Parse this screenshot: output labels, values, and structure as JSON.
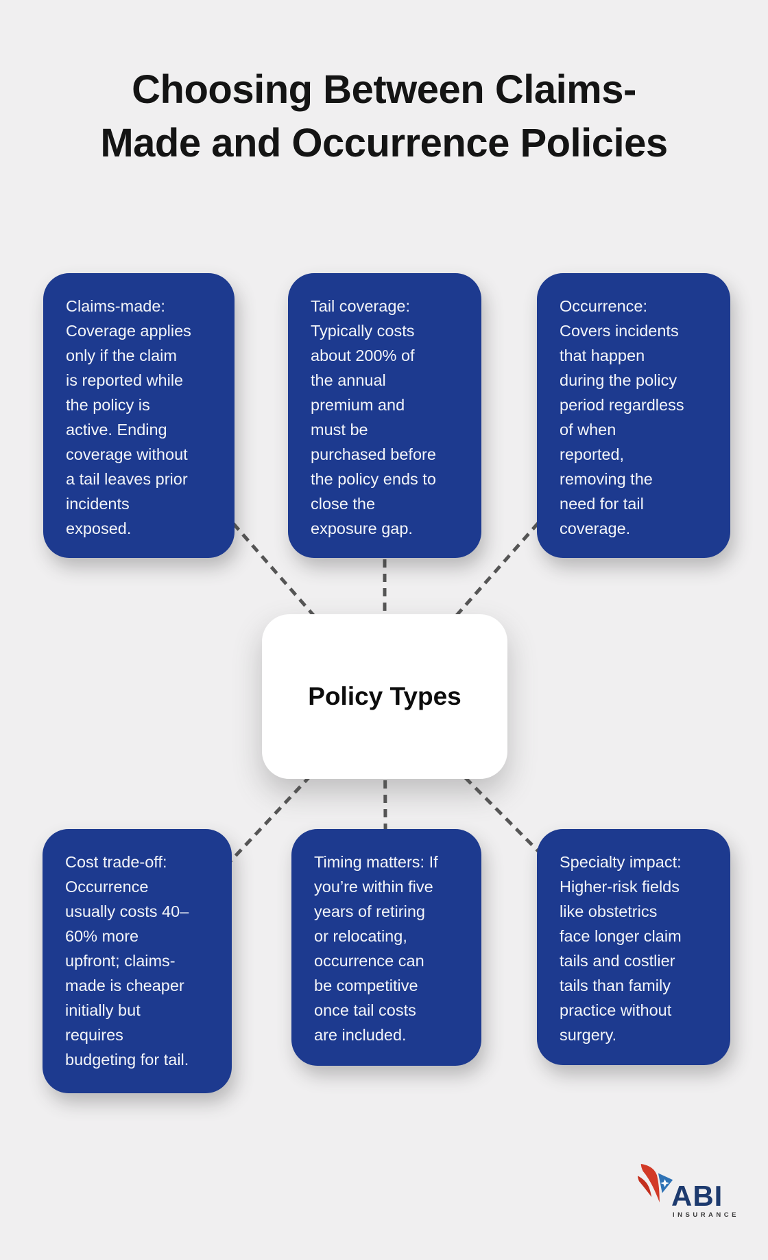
{
  "title": "Choosing Between Claims-\nMade and Occurrence Policies",
  "center": {
    "label": "Policy Types"
  },
  "nodes": {
    "claims_made": "Claims-made:\nCoverage applies\nonly if the claim\nis reported while\nthe policy is\nactive. Ending\ncoverage without\na tail leaves prior\nincidents\nexposed.",
    "tail_coverage": "Tail coverage:\nTypically costs\nabout 200% of\nthe annual\npremium and\nmust be\npurchased before\nthe policy ends to\nclose the\nexposure gap.",
    "occurrence": "Occurrence:\nCovers incidents\nthat happen\nduring the policy\nperiod regardless\nof when\nreported,\nremoving the\nneed for tail\ncoverage.",
    "cost_trade_off": "Cost trade-off:\nOccurrence\nusually costs 40–\n60% more\nupfront; claims-\nmade is cheaper\ninitially but\nrequires\nbudgeting for tail.",
    "timing_matters": "Timing matters: If\nyou’re within five\nyears of retiring\nor relocating,\noccurrence can\nbe competitive\nonce tail costs\nare included.",
    "specialty_impact": "Specialty impact:\nHigher-risk fields\nlike obstetrics\nface longer claim\ntails and costlier\ntails than family\npractice without\nsurgery."
  },
  "logo": {
    "name": "ABI",
    "tagline": "INSURANCE"
  },
  "colors": {
    "background": "#f0eff0",
    "node_blue": "#1d3a8f",
    "node_text": "#f2f4f8",
    "connector_gray": "#555555",
    "title_black": "#141414",
    "logo_red": "#d23a27",
    "logo_sail_blue": "#2e72b5",
    "logo_navy": "#1d3a6e"
  }
}
